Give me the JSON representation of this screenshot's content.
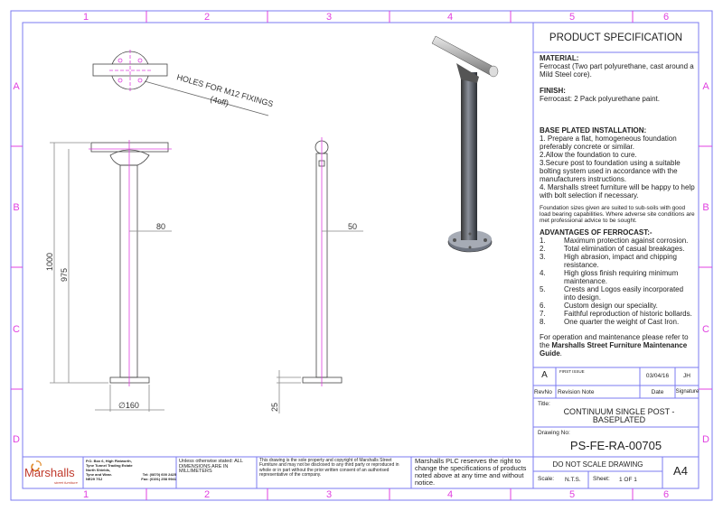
{
  "frame": {
    "columns": [
      "1",
      "2",
      "3",
      "4",
      "5",
      "6"
    ],
    "rows": [
      "A",
      "B",
      "C",
      "D"
    ],
    "border_color": "#7b7bf0",
    "marker_color": "#e040e0"
  },
  "drawing": {
    "note_holes": "HOLES FOR M12 FIXINGS",
    "note_holes_qty": "(4off)",
    "dim_overall_height": "1000",
    "dim_post_height": "975",
    "dim_post_dia_front": "80",
    "dim_post_dia_side": "50",
    "dim_base_dia": "∅160",
    "dim_base_thickness": "25"
  },
  "spec": {
    "heading": "PRODUCT SPECIFICATION",
    "material_title": "MATERIAL:",
    "material_text": "Ferrocast (Two part polyurethane, cast around a Mild Steel core).",
    "finish_title": "FINISH:",
    "finish_text": "Ferrocast: 2 Pack polyurethane paint.",
    "install_title": "BASE PLATED INSTALLATION:",
    "install_text": [
      "1. Prepare a flat, homogeneous foundation preferably concrete or similar.",
      "2.Allow the foundation to cure.",
      "3.Secure post to foundation using a suitable bolting system used in accordance with the manufacturers instructions.",
      "4. Marshalls street furniture will be happy to help with bolt selection if necessary."
    ],
    "foundation_note": "Foundation sizes given are suited to sub-soils with good load bearing capabilities. Where adverse site conditions are met professional advice to be sought.",
    "advantages_title": "ADVANTAGES OF FERROCAST:-",
    "advantages": [
      {
        "n": "1.",
        "t": "Maximum protection against corrosion."
      },
      {
        "n": "2.",
        "t": "Total elimination of casual breakages."
      },
      {
        "n": "3.",
        "t": "High abrasion, impact and chipping resistance."
      },
      {
        "n": "4.",
        "t": "High gloss finish requiring minimum maintenance."
      },
      {
        "n": "5.",
        "t": "Crests and Logos easily incorporated into design."
      },
      {
        "n": "6.",
        "t": "Custom design our speciality."
      },
      {
        "n": "7.",
        "t": "Faithful reproduction of historic bollards."
      },
      {
        "n": "8.",
        "t": "One quarter the weight of Cast Iron."
      }
    ],
    "maintenance_pre": "For operation and maintenance please refer to the ",
    "maintenance_bold": "Marshalls Street Furniture Maintenance Guide",
    "maintenance_post": "."
  },
  "title_block": {
    "rev": "A",
    "rev_note": "FIRST ISSUE",
    "rev_date": "03/04/16",
    "rev_sig": "JH",
    "h_revno": "RevNo",
    "h_note": "Revision Note",
    "h_date": "Date",
    "h_sig": "Signature",
    "title_label": "Title:",
    "title": "CONTINUUM SINGLE POST - BASEPLATED",
    "drawing_no_label": "Drawing No:",
    "drawing_no": "PS-FE-RA-00705",
    "do_not_scale": "DO NOT SCALE DRAWING",
    "scale_label": "Scale:",
    "scale": "N.T.S.",
    "sheet_label": "Sheet:",
    "sheet": "1 OF 1",
    "size": "A4"
  },
  "footer": {
    "logo": "Marshalls",
    "logo_sub": "street furniture",
    "logo_color": "#c0392b",
    "address": [
      "P.O. Box 6, High Flatworth,",
      "Tyne Tunnel Trading Estate",
      "North Shields,",
      "Tyne and Wear.",
      "NE29 7SJ"
    ],
    "tel": "Tel: (0870) 600 2425",
    "fax": "Fax: (0191) 258 9941",
    "dims_note": "Unless otherwise stated: ALL DIMENSIONS ARE IN MILLIMETERS",
    "copyright": "This drawing is the sole property and copyright of Marshalls Street Furniture and may not be disclosed to any third party or reproduced in whole or in part without the prior written consent of an authorised representative of the company.",
    "reserve": "Marshalls PLC reserves the right to change the specifications of products noted above at any time and without notice."
  }
}
